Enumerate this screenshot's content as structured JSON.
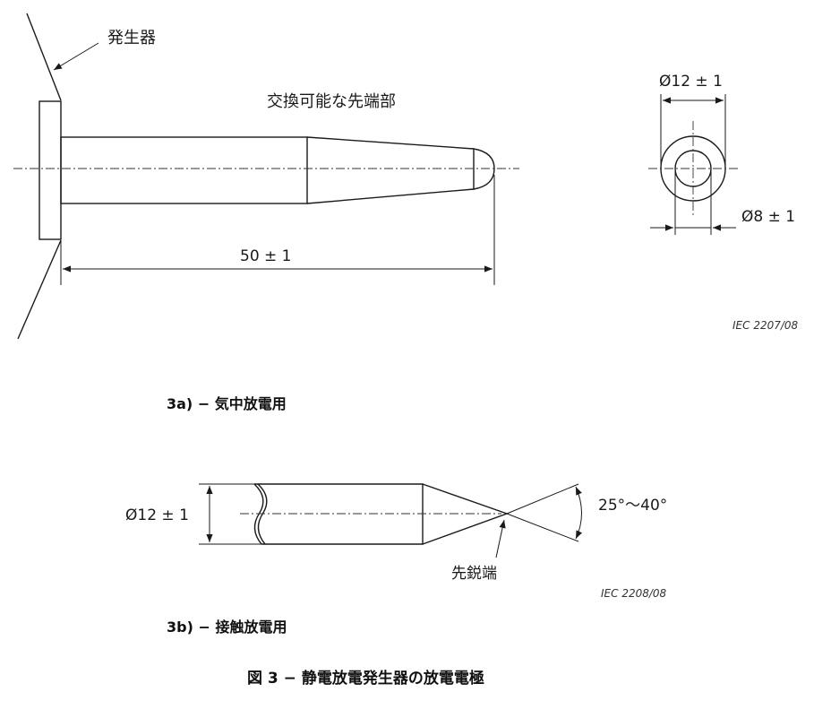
{
  "fig_a": {
    "generator_label": "発生器",
    "tip_label": "交換可能な先端部",
    "length_dim": "50 ± 1",
    "outer_dia": "Ø12 ± 1",
    "inner_dia": "Ø8 ± 1",
    "iec_ref": "IEC 2207/08",
    "caption": "3a) − 気中放電用"
  },
  "fig_b": {
    "dia_dim": "Ø12 ± 1",
    "angle_dim": "25°～40°",
    "point_label": "先鋭端",
    "iec_ref": "IEC 2208/08",
    "caption": "3b) − 接触放電用"
  },
  "figure_title": "図 3 − 静電放電発生器の放電電極"
}
